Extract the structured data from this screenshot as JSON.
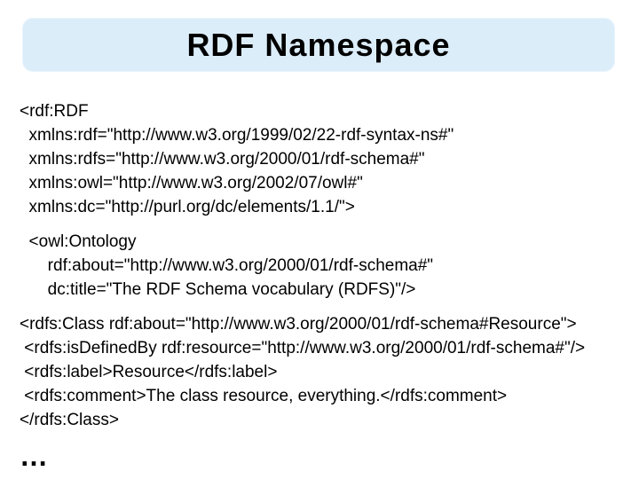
{
  "slide": {
    "title": "RDF Namespace"
  },
  "colors": {
    "background": "#ffffff",
    "title_bg": "#dcedfa",
    "text": "#000000"
  },
  "code": {
    "block_rdf_root": {
      "lines": [
        "<rdf:RDF",
        "  xmlns:rdf=\"http://www.w3.org/1999/02/22-rdf-syntax-ns#\"",
        "  xmlns:rdfs=\"http://www.w3.org/2000/01/rdf-schema#\"",
        "  xmlns:owl=\"http://www.w3.org/2002/07/owl#\"",
        "  xmlns:dc=\"http://purl.org/dc/elements/1.1/\">"
      ]
    },
    "block_ontology": {
      "lines": [
        "  <owl:Ontology",
        "      rdf:about=\"http://www.w3.org/2000/01/rdf-schema#\"",
        "      dc:title=\"The RDF Schema vocabulary (RDFS)\"/>"
      ]
    },
    "block_class_resource": {
      "lines": [
        "<rdfs:Class rdf:about=\"http://www.w3.org/2000/01/rdf-schema#Resource\">",
        " <rdfs:isDefinedBy rdf:resource=\"http://www.w3.org/2000/01/rdf-schema#\"/>",
        " <rdfs:label>Resource</rdfs:label>",
        " <rdfs:comment>The class resource, everything.</rdfs:comment>",
        "</rdfs:Class>"
      ]
    },
    "ellipsis": "…"
  }
}
